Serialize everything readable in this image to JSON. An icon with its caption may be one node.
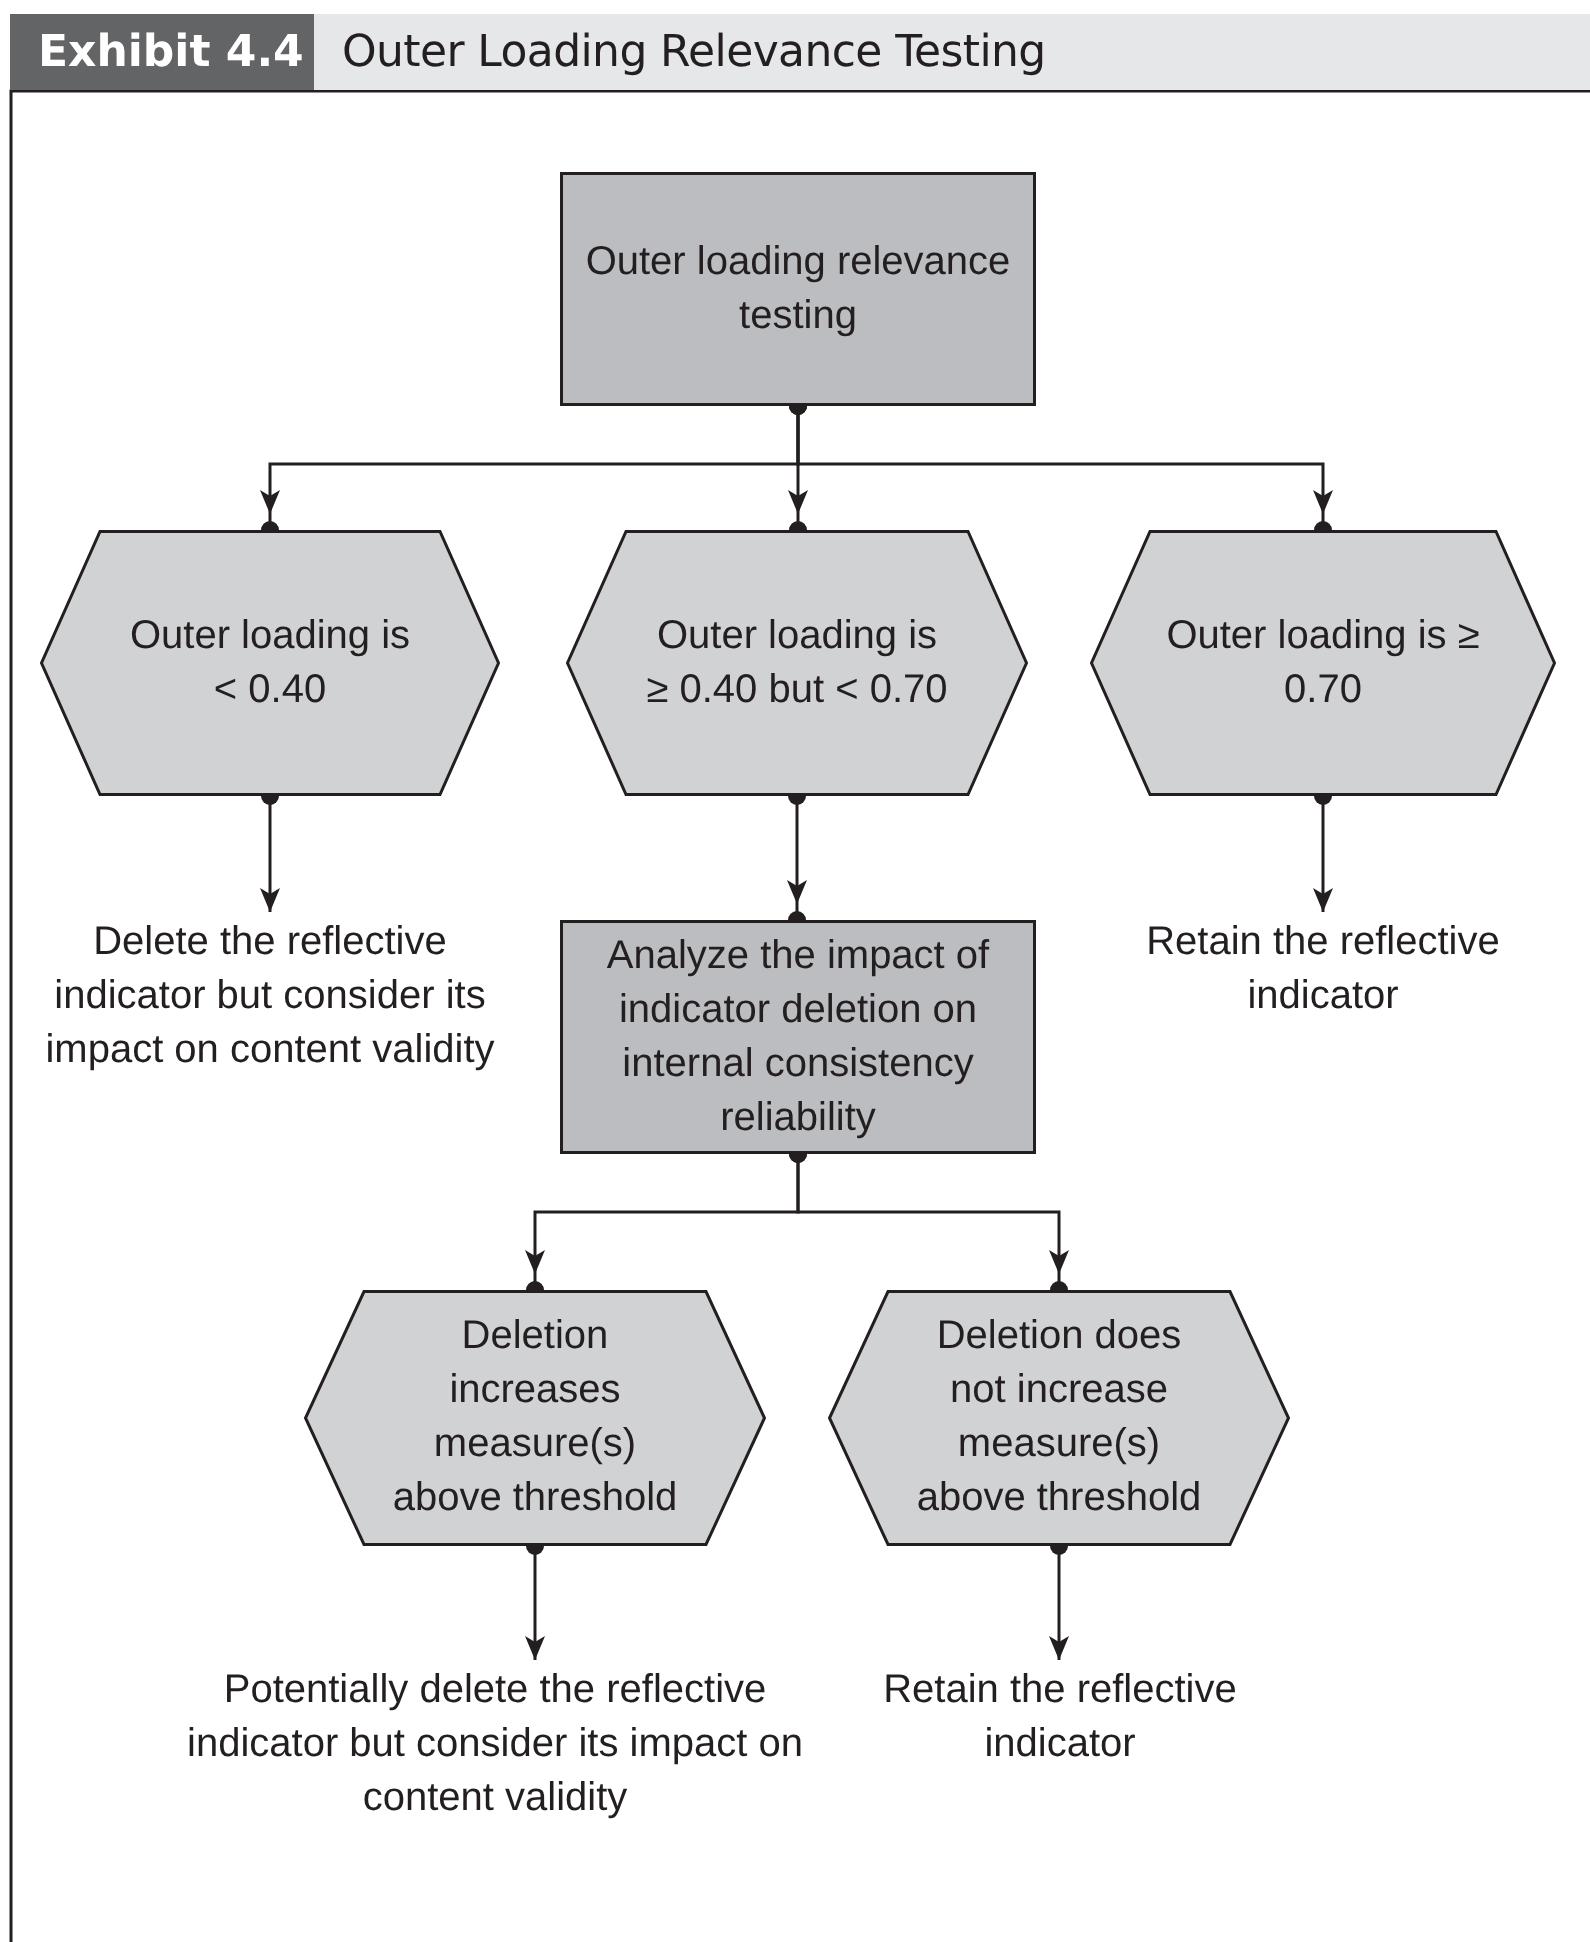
{
  "diagram": {
    "title": "Outer Loading Relevance Testing",
    "labels": [
      "Exhibit 4.4"
    ],
    "nodes": [
      {
        "text": [
          "Outer loading relevance testing"
        ]
      },
      {
        "text": [
          "Outer loading is < 0.40"
        ]
      },
      {
        "text": [
          "Outer loading is ≥ 0.40 but < 0.70"
        ]
      },
      {
        "text": [
          "Outer loading is ≥ 0.70"
        ]
      },
      {
        "text": [
          "Delete the reflective indicator but consider its impact on content validity"
        ]
      },
      {
        "text": [
          "Analyze the impact of indicator deletion on internal consistency reliability"
        ]
      },
      {
        "text": [
          "Retain the reflective indicator"
        ]
      },
      {
        "text": [
          "Deletion increases measure(s) above threshold"
        ]
      },
      {
        "text": [
          "Deletion does not increase measure(s) above threshold"
        ]
      },
      {
        "text": [
          "Potentially delete the reflective indicator but consider its impact on content validity"
        ]
      },
      {
        "text": [
          "Retain the reflective indicator"
        ]
      }
    ],
    "edges": [
      {
        "from": 0,
        "to": 1,
        "arrow": "to"
      },
      {
        "from": 0,
        "to": 2,
        "arrow": "to"
      },
      {
        "from": 0,
        "to": 3,
        "arrow": "to"
      },
      {
        "from": 1,
        "to": 4,
        "arrow": "to"
      },
      {
        "from": 2,
        "to": 5,
        "arrow": "to"
      },
      {
        "from": 3,
        "to": 6,
        "arrow": "to"
      },
      {
        "from": 5,
        "to": 7,
        "arrow": "to"
      },
      {
        "from": 5,
        "to": 8,
        "arrow": "to"
      },
      {
        "from": 7,
        "to": 9,
        "arrow": "to"
      },
      {
        "from": 8,
        "to": 10,
        "arrow": "to"
      }
    ]
  }
}
